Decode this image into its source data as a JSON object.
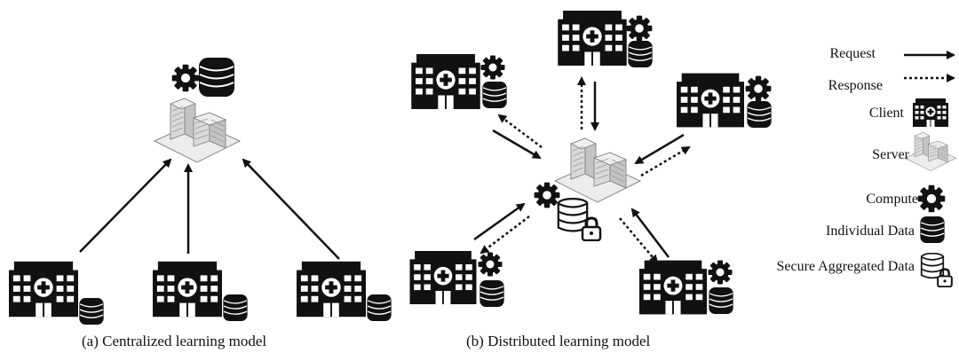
{
  "captions": {
    "centralized": "(a) Centralized learning model",
    "distributed": "(b) Distributed learning model"
  },
  "legend": {
    "request": "Request",
    "response": "Response",
    "client": "Client",
    "server": "Server",
    "compute": "Compute",
    "individual_data": "Individual Data",
    "secure_aggregated_data": "Secure Aggregated Data"
  },
  "colors": {
    "ink": "#111111",
    "server_wall": "#d9d9d9",
    "server_window": "#9a9a9a",
    "server_base": "#ececec"
  }
}
